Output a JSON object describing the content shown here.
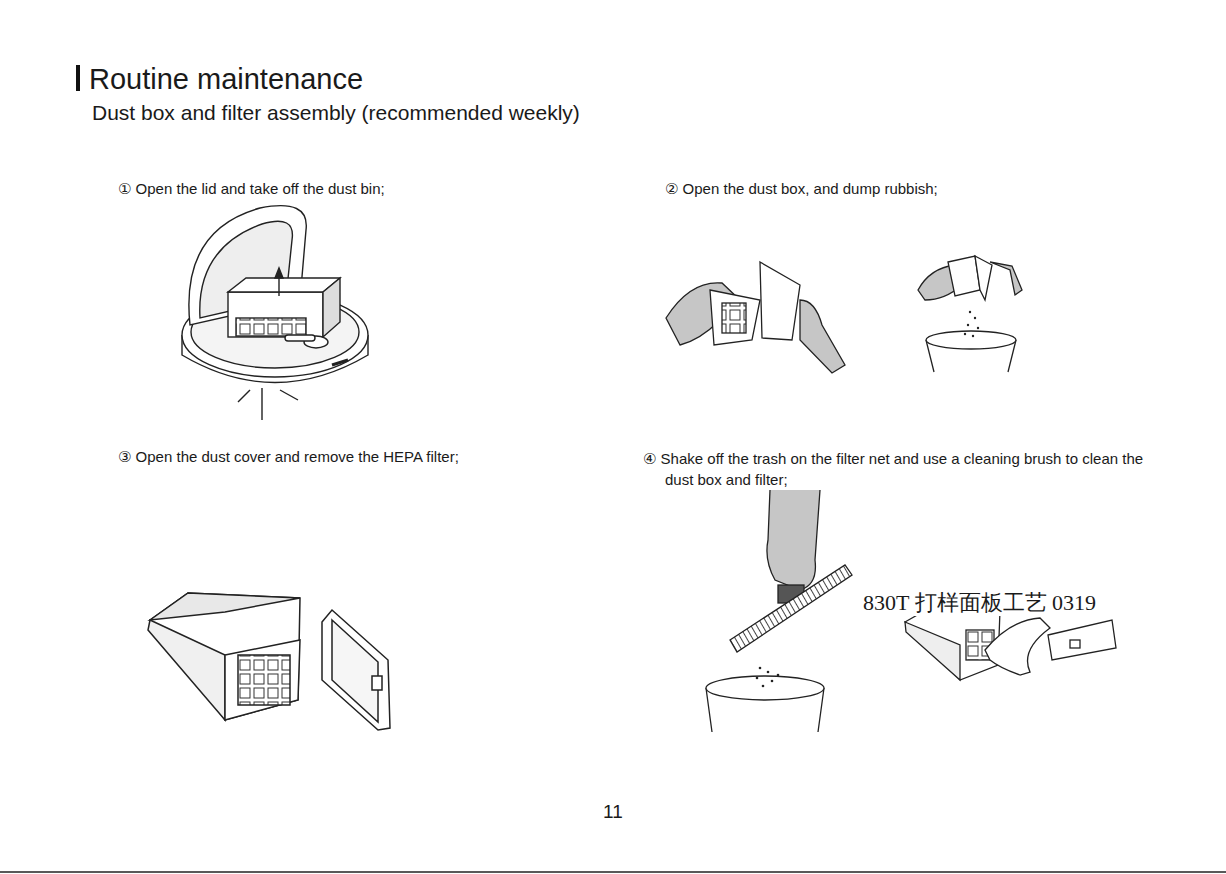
{
  "diagram": {
    "title": "Routine maintenance",
    "labels": [
      "Dust box and filter assembly (recommended weekly)",
      "① Open the lid and take off the dust bin;",
      "② Open the dust box, and dump rubbish;",
      "③ Open the dust cover and remove the HEPA filter;",
      "④ Shake off the trash on the filter net and use a cleaning brush to clean the dust box and filter;",
      "830T 打样面板工艺 0319",
      "11"
    ]
  }
}
